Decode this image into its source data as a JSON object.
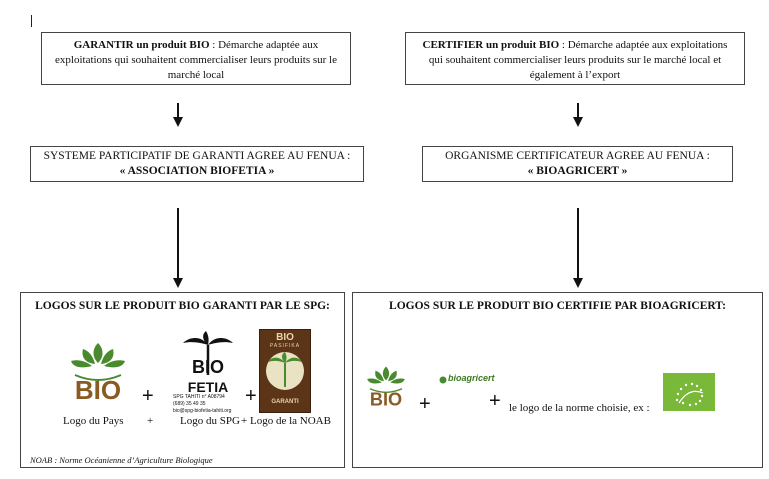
{
  "top_left": {
    "bold": "GARANTIR un produit BIO",
    "text": " : Démarche adaptée aux exploitations qui souhaitent commercialiser  leurs produits sur le marché local"
  },
  "top_right": {
    "bold": "CERTIFIER un produit BIO",
    "text": " : Démarche adaptée aux exploitations qui souhaitent commercialiser  leurs produits sur le marché local et également à l’export"
  },
  "mid_left": {
    "line1": "SYSTEME PARTICIPATIF DE GARANTI AGREE AU FENUA :",
    "line2": "« ASSOCIATION BIOFETIA »"
  },
  "mid_right": {
    "line1": "ORGANISME CERTIFICATEUR AGREE AU FENUA :",
    "line2": "« BIOAGRICERT »"
  },
  "left_panel": {
    "title": "LOGOS SUR LE PRODUIT BIO GARANTI PAR LE SPG:",
    "caption_pays": "Logo du Pays",
    "plus_small_1": "+",
    "caption_spg": "Logo du SPG",
    "plus_small_2": "+",
    "caption_noab": "Logo de la NOAB",
    "footnote": "NOAB : Norme Océanienne d’Agriculture Biologique",
    "logo_bio_text": "BIO",
    "biofetia_logo": {
      "word1": "BIO",
      "word2": "FETIA",
      "line1": "SPG TAHITI n° A08794",
      "line2": "(689) 35 49 35",
      "line3": "bio@spg-biofetia-tahiti.org"
    },
    "noab_logo": {
      "top": "BIO",
      "sub": "PASIFIKA",
      "bottom": "GARANTI"
    }
  },
  "right_panel": {
    "title": "LOGOS SUR LE PRODUIT BIO CERTIFIE PAR BIOAGRICERT:",
    "caption": "le logo de la norme choisie, ex :",
    "logo_bio_text": "BIO",
    "bioagricert_logo": "bioagricert"
  },
  "colors": {
    "bio_brown": "#8a5a22",
    "leaf_green": "#4a8a2e",
    "eu_green": "#7ab83a",
    "noab_brown": "#5c3518"
  }
}
